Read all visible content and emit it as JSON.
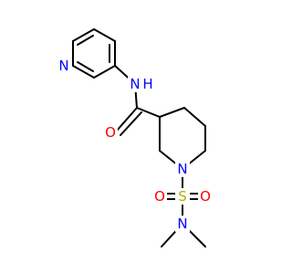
{
  "molecule": {
    "atoms": [
      {
        "id": "N_py",
        "label": "N",
        "color": "#0000ff"
      },
      {
        "id": "N_amide",
        "label": "N",
        "color": "#0000ff"
      },
      {
        "id": "H_amide",
        "label": "H",
        "color": "#0000ff"
      },
      {
        "id": "O_carbonyl",
        "label": "O",
        "color": "#ff0000"
      },
      {
        "id": "N_pip",
        "label": "N",
        "color": "#0000ff"
      },
      {
        "id": "S",
        "label": "S",
        "color": "#b2b200"
      },
      {
        "id": "O_s1",
        "label": "O",
        "color": "#ff0000"
      },
      {
        "id": "O_s2",
        "label": "O",
        "color": "#ff0000"
      },
      {
        "id": "N_dim",
        "label": "N",
        "color": "#0000ff"
      }
    ]
  }
}
